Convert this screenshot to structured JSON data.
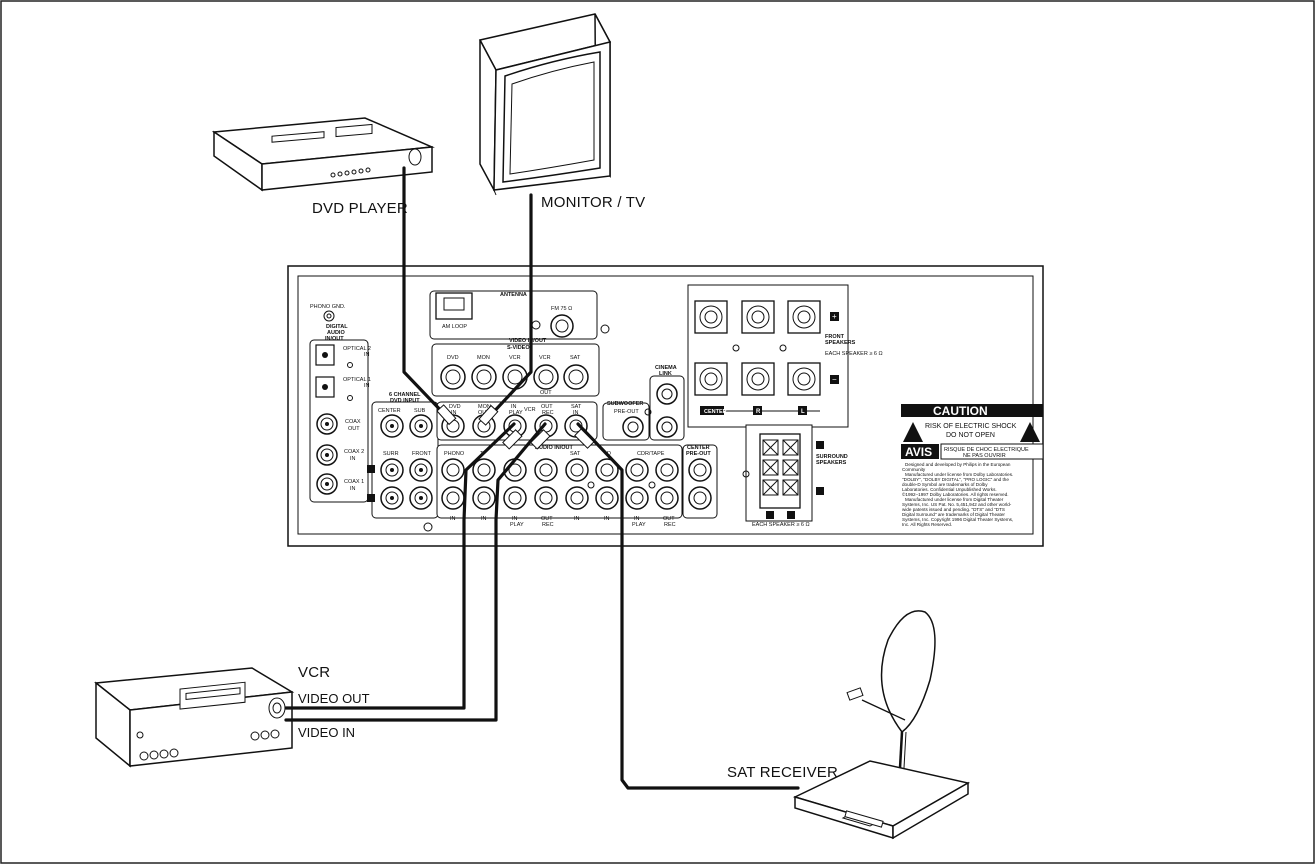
{
  "devices": {
    "dvd_player": "DVD PLAYER",
    "monitor": "MONITOR / TV",
    "vcr": "VCR",
    "vcr_video_out": "VIDEO OUT",
    "vcr_video_in": "VIDEO IN",
    "sat_receiver": "SAT RECEIVER"
  },
  "panel": {
    "phono_gnd": "PHONO GND.",
    "digital_audio": "DIGITAL",
    "digital_audio_2": "AUDIO",
    "digital_audio_3": "IN/OUT",
    "optical2": "OPTICAL 2",
    "optical1": "OPTICAL 1",
    "in": "IN",
    "out": "OUT",
    "coax_out": "COAX",
    "coax2": "COAX 2",
    "coax1": "COAX 1",
    "antenna": "ANTENNA",
    "am_loop": "AM LOOP",
    "fm": "FM 75 Ω",
    "video_inout": "VIDEO IN/OUT",
    "svideo": "S-VIDEO",
    "svid_dvd": "DVD",
    "svid_mon": "MON",
    "svid_vcr": "VCR",
    "svid_vcr2": "VCR",
    "svid_sat": "SAT",
    "six_channel": "6 CHANNEL",
    "dvd_input": "DVD INPUT",
    "center": "CENTER",
    "sub": "SUB",
    "surr": "SURR",
    "front": "FRONT",
    "dvd_in": "DVD",
    "mon_out": "MON",
    "vcr_lbl": "VCR",
    "in_play": "IN",
    "play": "PLAY",
    "out_rec": "OUT",
    "rec": "REC",
    "sat_in": "SAT",
    "phono": "PHONO",
    "tv_abbr": "T",
    "sat": "SAT",
    "cd_abbr": "D",
    "cdr_tape": "CDR/TAPE",
    "audio_inout": "AUDIO IN/OUT",
    "subwoofer": "SUBWOOFER",
    "pre_out": "PRE-OUT",
    "cinema": "CINEMA",
    "link": "LINK",
    "center_pre": "CENTER",
    "center_pre2": "PRE-OUT",
    "front_speakers": "FRONT",
    "front_speakers_2": "SPEAKERS",
    "each_speaker": "EACH SPEAKER ≥ 6 Ω",
    "center_badge": "CENTER",
    "r_badge": "R",
    "l_badge": "L",
    "surround": "SURROUND",
    "surround_2": "SPEAKERS",
    "each_speaker_2": "EACH SPEAKER ≥ 6 Ω",
    "plus": "+",
    "minus": "−"
  },
  "caution": {
    "title": "CAUTION",
    "line1": "RISK OF ELECTRIC SHOCK",
    "line2": "DO NOT OPEN",
    "avis": "AVIS",
    "avis1": "RISQUE DE CHOC ELECTRIQUE",
    "avis2": "NE PAS OUVRIR",
    "legal": [
      "Designed and developed by Philips in the European",
      "Community",
      "Manufactured under license from Dolby Laboratories.",
      "\"DOLBY\", \"DOLBY DIGITAL\", \"PRO LOGIC\" and the",
      "double-D Symbol are trademarks of Dolby",
      "Laboratories. Confidential Unpublished Works.",
      "©1992–1997 Dolby Laboratories. All rights reserved.",
      "Manufactured under license from Digital Theater",
      "Systems, Inc. US Pat. No. 5,451,942 and other world-",
      "wide patents issued and pending. \"DTS\" and \"DTS",
      "Digital Surround\" are trademarks of Digital Theater",
      "Systems, Inc. Copyright 1996 Digital Theater Systems,",
      "Inc. All Rights Reserved."
    ]
  }
}
